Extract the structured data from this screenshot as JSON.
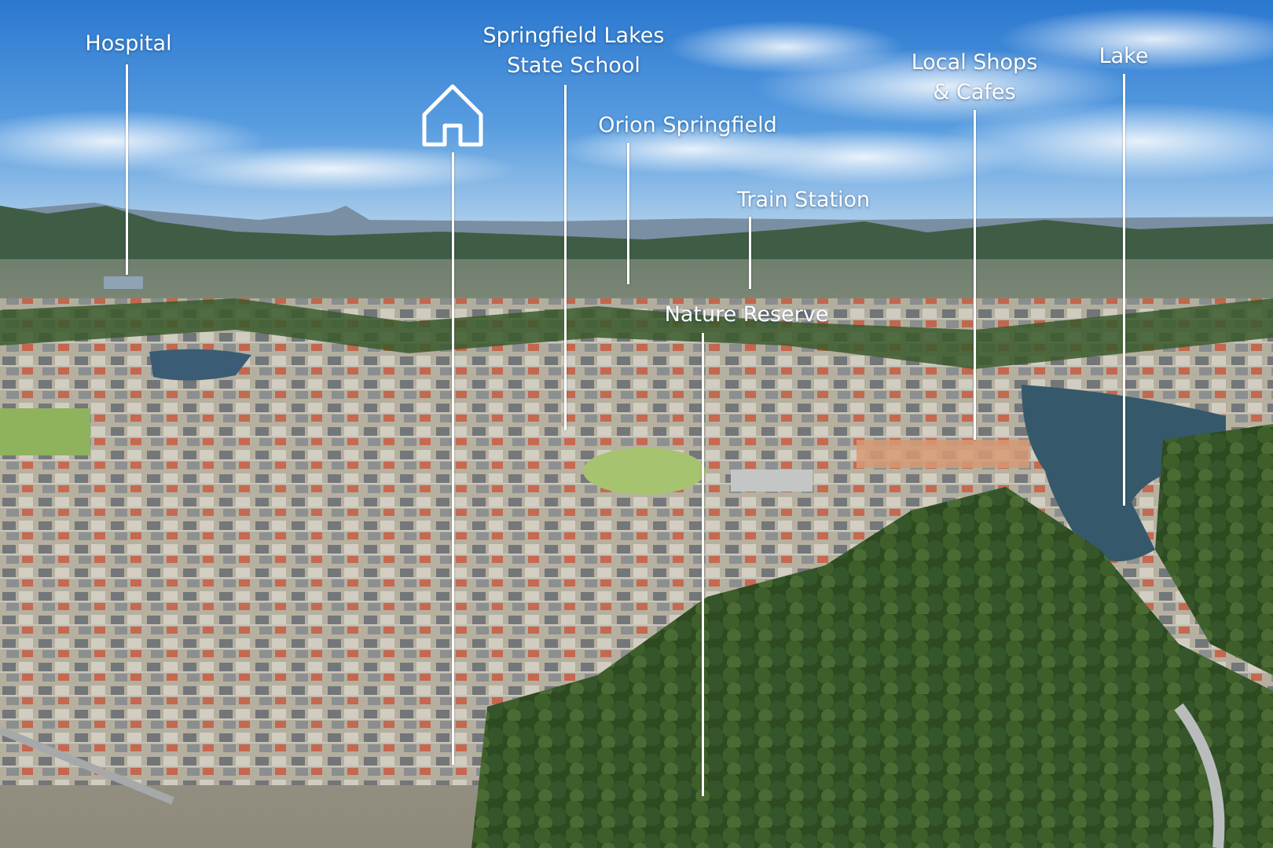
{
  "photo": {
    "colors": {
      "sky_top": "#2f7fd6",
      "sky_horizon": "#a9cbe8",
      "hills": "#3d5a45",
      "suburb": "#b9b3a4",
      "trees": "#2e4a22",
      "lake": "#33566a",
      "oval": "#9fbf6a",
      "label": "#ffffff"
    }
  },
  "labels": {
    "hospital": "Hospital",
    "school_line1": "Springfield Lakes",
    "school_line2": "State School",
    "orion": "Orion Springfield",
    "train": "Train Station",
    "shops_line1": "Local Shops",
    "shops_line2": "& Cafes",
    "lake": "Lake",
    "nature": "Nature Reserve"
  },
  "icons": {
    "home": "house-icon"
  }
}
